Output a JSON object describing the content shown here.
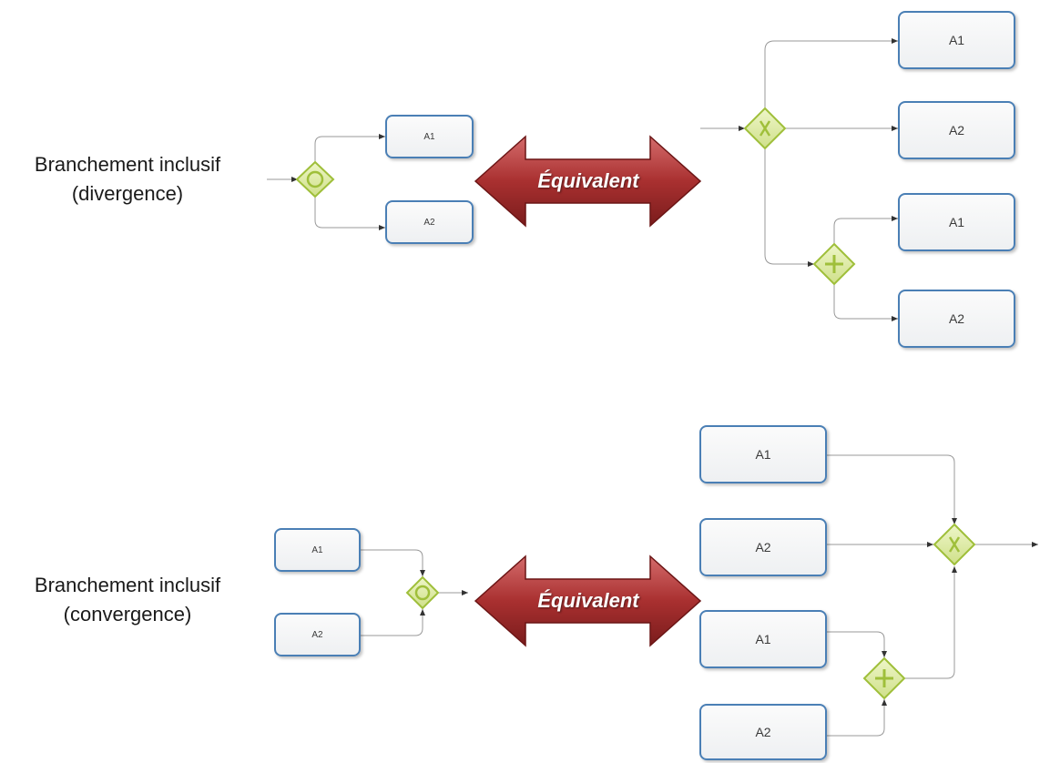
{
  "section_divergence": {
    "label_line1": "Branchement inclusif",
    "label_line2": "(divergence)",
    "left_tasks": [
      "A1",
      "A2"
    ],
    "equivalent_label": "Équivalent",
    "right_tasks": [
      "A1",
      "A2",
      "A1",
      "A2"
    ]
  },
  "section_convergence": {
    "label_line1": "Branchement inclusif",
    "label_line2": "(convergence)",
    "left_tasks": [
      "A1",
      "A2"
    ],
    "equivalent_label": "Équivalent",
    "right_tasks": [
      "A1",
      "A2",
      "A1",
      "A2"
    ]
  },
  "colors": {
    "task_border": "#4a7fb5",
    "gateway_fill": "#d9e8a0",
    "gateway_stroke": "#9fbf3a",
    "arrow_fill": "#a83232"
  }
}
